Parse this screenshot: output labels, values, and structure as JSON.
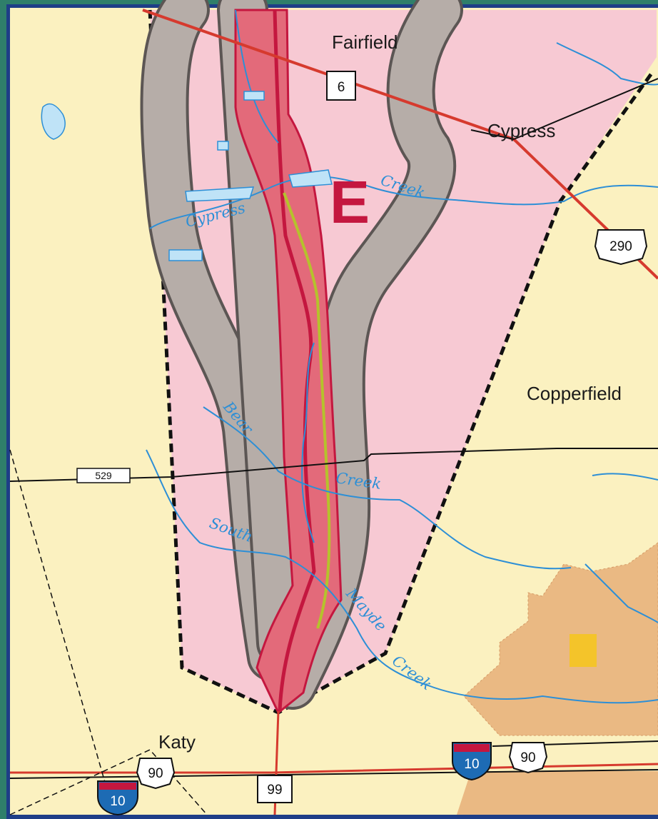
{
  "places": {
    "fairfield": "Fairfield",
    "cypress": "Cypress",
    "copperfield": "Copperfield",
    "katy": "Katy"
  },
  "waterways": {
    "cypress_creek_1": "Cypress",
    "cypress_creek_2": "Creek",
    "bear_creek_1": "Bear",
    "bear_creek_2": "Creek",
    "south_mayde_1": "South",
    "south_mayde_2": "Mayde",
    "south_mayde_3": "Creek"
  },
  "route_shields": {
    "sh6": "6",
    "us290": "290",
    "fm529": "529",
    "us90_west": "90",
    "us90_east": "90",
    "sh99": "99",
    "i10_west": "10",
    "i10_east": "10"
  },
  "corridor": {
    "segment_label": "E"
  },
  "colors": {
    "land": "#fbf1c0",
    "study_area": "#f7c9d3",
    "preferred_corridor": "#e36a7a",
    "alternative_corridors": "#b6ada8",
    "creeks": "#2d8fd6",
    "roads": "#d63a2e",
    "frame": "#1e3e87",
    "urban_area": "#eab983"
  }
}
